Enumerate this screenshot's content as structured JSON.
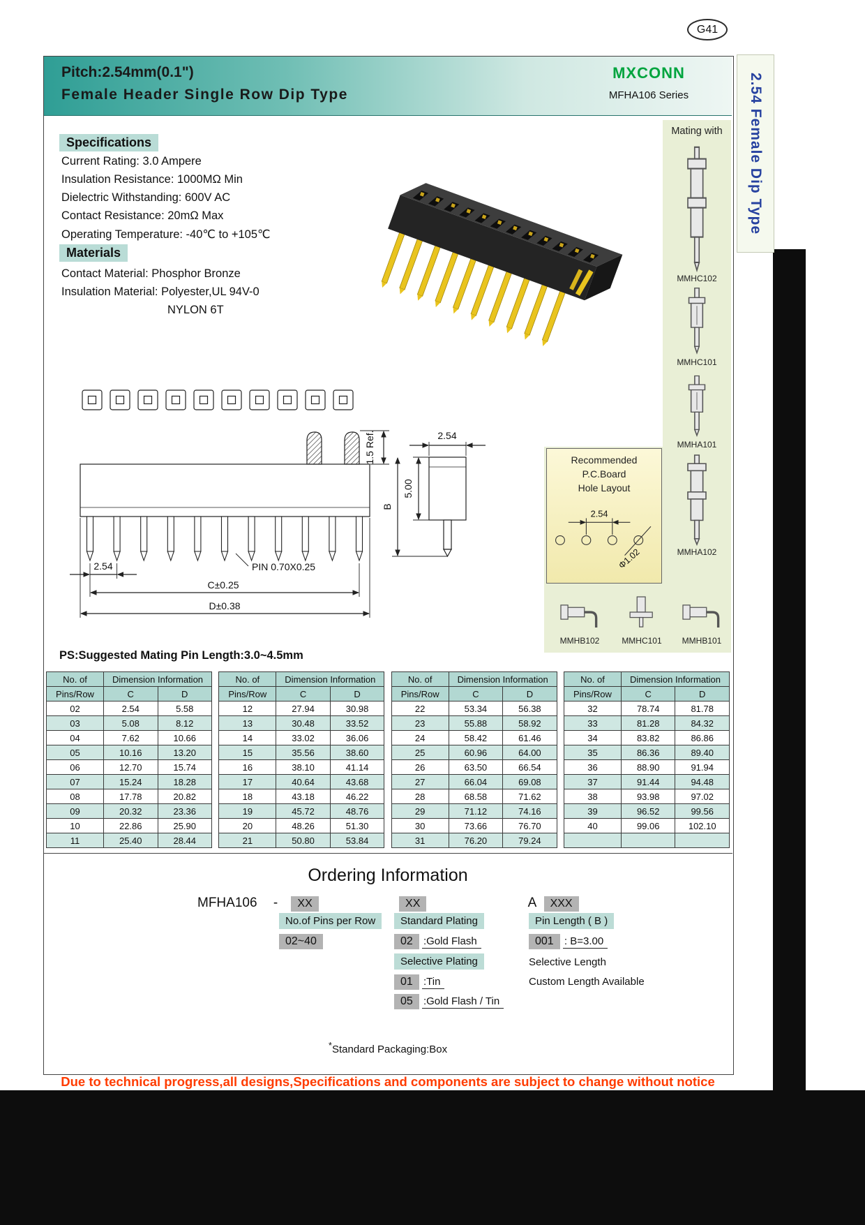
{
  "page": {
    "number": "G41",
    "side_tab": "2.54 Female Dip Type",
    "footer": "Due to technical progress,all designs,Specifications and components are subject to change without notice"
  },
  "header": {
    "title_line1": "Pitch:2.54mm(0.1\")",
    "title_line2": "Female Header Single Row Dip Type",
    "brand": "MXCONN",
    "series": "MFHA106 Series"
  },
  "specifications": {
    "heading": "Specifications",
    "items": [
      "Current Rating: 3.0 Ampere",
      "Insulation Resistance: 1000MΩ Min",
      "Dielectric Withstanding: 600V AC",
      "Contact  Resistance: 20mΩ Max",
      "Operating Temperature: -40℃ to +105℃"
    ]
  },
  "materials": {
    "heading": "Materials",
    "items": [
      "Contact Material: Phosphor Bronze",
      "Insulation Material: Polyester,UL 94V-0",
      "NYLON 6T"
    ]
  },
  "mating": {
    "label": "Mating with",
    "right_items": [
      "MMHC102",
      "MMHC101",
      "MMHA101",
      "MMHA102"
    ],
    "bottom_items": [
      "MMHB102",
      "MMHC101",
      "MMHB101"
    ]
  },
  "pcb": {
    "line1": "Recommended",
    "line2": "P.C.Board",
    "line3": "Hole  Layout",
    "pitch": "2.54",
    "hole": "Φ1.02"
  },
  "drawing": {
    "ref": "1.5 Ref.",
    "pitch_front": "2.54",
    "pin_label": "PIN  0.70X0.25",
    "c_dim": "C±0.25",
    "d_dim": "D±0.38",
    "side_pitch": "2.54",
    "height": "5.00",
    "b_label": "B",
    "ps_note": "PS:Suggested Mating Pin Length:3.0~4.5mm"
  },
  "table": {
    "h_no": "No. of",
    "h_pins": "Pins/Row",
    "h_dim": "Dimension Information",
    "h_c": "C",
    "h_d": "D",
    "groups": [
      {
        "rows": [
          [
            "02",
            "2.54",
            "5.58"
          ],
          [
            "03",
            "5.08",
            "8.12"
          ],
          [
            "04",
            "7.62",
            "10.66"
          ],
          [
            "05",
            "10.16",
            "13.20"
          ],
          [
            "06",
            "12.70",
            "15.74"
          ],
          [
            "07",
            "15.24",
            "18.28"
          ],
          [
            "08",
            "17.78",
            "20.82"
          ],
          [
            "09",
            "20.32",
            "23.36"
          ],
          [
            "10",
            "22.86",
            "25.90"
          ],
          [
            "11",
            "25.40",
            "28.44"
          ]
        ]
      },
      {
        "rows": [
          [
            "12",
            "27.94",
            "30.98"
          ],
          [
            "13",
            "30.48",
            "33.52"
          ],
          [
            "14",
            "33.02",
            "36.06"
          ],
          [
            "15",
            "35.56",
            "38.60"
          ],
          [
            "16",
            "38.10",
            "41.14"
          ],
          [
            "17",
            "40.64",
            "43.68"
          ],
          [
            "18",
            "43.18",
            "46.22"
          ],
          [
            "19",
            "45.72",
            "48.76"
          ],
          [
            "20",
            "48.26",
            "51.30"
          ],
          [
            "21",
            "50.80",
            "53.84"
          ]
        ]
      },
      {
        "rows": [
          [
            "22",
            "53.34",
            "56.38"
          ],
          [
            "23",
            "55.88",
            "58.92"
          ],
          [
            "24",
            "58.42",
            "61.46"
          ],
          [
            "25",
            "60.96",
            "64.00"
          ],
          [
            "26",
            "63.50",
            "66.54"
          ],
          [
            "27",
            "66.04",
            "69.08"
          ],
          [
            "28",
            "68.58",
            "71.62"
          ],
          [
            "29",
            "71.12",
            "74.16"
          ],
          [
            "30",
            "73.66",
            "76.70"
          ],
          [
            "31",
            "76.20",
            "79.24"
          ]
        ]
      },
      {
        "rows": [
          [
            "32",
            "78.74",
            "81.78"
          ],
          [
            "33",
            "81.28",
            "84.32"
          ],
          [
            "34",
            "83.82",
            "86.86"
          ],
          [
            "35",
            "86.36",
            "89.40"
          ],
          [
            "36",
            "88.90",
            "91.94"
          ],
          [
            "37",
            "91.44",
            "94.48"
          ],
          [
            "38",
            "93.98",
            "97.02"
          ],
          [
            "39",
            "96.52",
            "99.56"
          ],
          [
            "40",
            "99.06",
            "102.10"
          ],
          [
            "",
            "",
            ""
          ]
        ]
      }
    ]
  },
  "ordering": {
    "title": "Ordering Information",
    "part_prefix": "MFHA106",
    "dash": "-",
    "xx1": "XX",
    "xx2": "XX",
    "a_label": "A",
    "xxx": "XXX",
    "col1_header": "No.of Pins per Row",
    "col1_value": "02~40",
    "col2_header1": "Standard Plating",
    "col2_code1": "02",
    "col2_label1": ":Gold Flash",
    "col2_header2": "Selective Plating",
    "col2_code2": "01",
    "col2_label2": ":Tin",
    "col2_code3": "05",
    "col2_label3": ":Gold Flash / Tin",
    "col3_header": "Pin Length ( B )",
    "col3_code1": "001",
    "col3_label1": ": B=3.00",
    "col3_line2": "Selective Length",
    "col3_line3": "Custom Length Available",
    "pack_star": "*",
    "packaging": "Standard Packaging:Box"
  }
}
